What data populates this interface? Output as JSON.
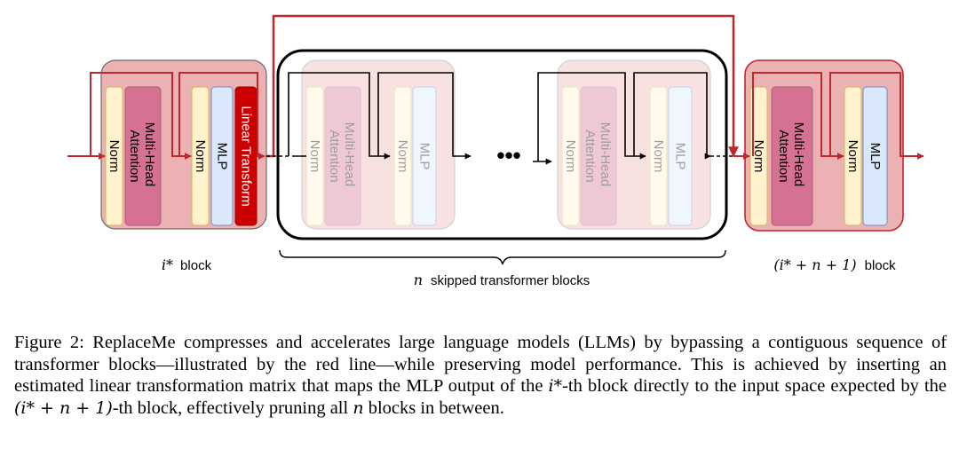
{
  "blocks": {
    "norm": "Norm",
    "attention": "Multi-Head Attention",
    "attention_line1": "Multi-Head",
    "attention_line2": "Attention",
    "mlp": "MLP",
    "linear_transform": "Linear Transform"
  },
  "labels": {
    "first_block_var": "i*",
    "first_block_suffix": "block",
    "last_block_var": "(i* + n + 1)",
    "last_block_suffix": "block",
    "skipped_var": "n",
    "skipped_suffix": "skipped transformer blocks",
    "ellipsis": "•••"
  },
  "caption": {
    "prefix": "Figure 2:",
    "part1": "ReplaceMe compresses and accelerates large language models (LLMs) by bypassing a contiguous sequence of transformer blocks—illustrated by the red line—while preserving model performance. This is achieved by inserting an estimated linear transformation matrix that maps the MLP output of the",
    "var1": "i*",
    "part2": "-th block directly to the input space expected by the",
    "var2": "(i* + n + 1)",
    "part3": "-th block, effectively pruning all",
    "var3": "n",
    "part4": "blocks in between."
  },
  "colors": {
    "red": "#c0272d",
    "block_fill": "#ecb1b3",
    "norm_fill": "#fff2cc",
    "attention_fill": "#d57192",
    "mlp_fill": "#dae8fc",
    "linear_fill": "#cc0000"
  }
}
